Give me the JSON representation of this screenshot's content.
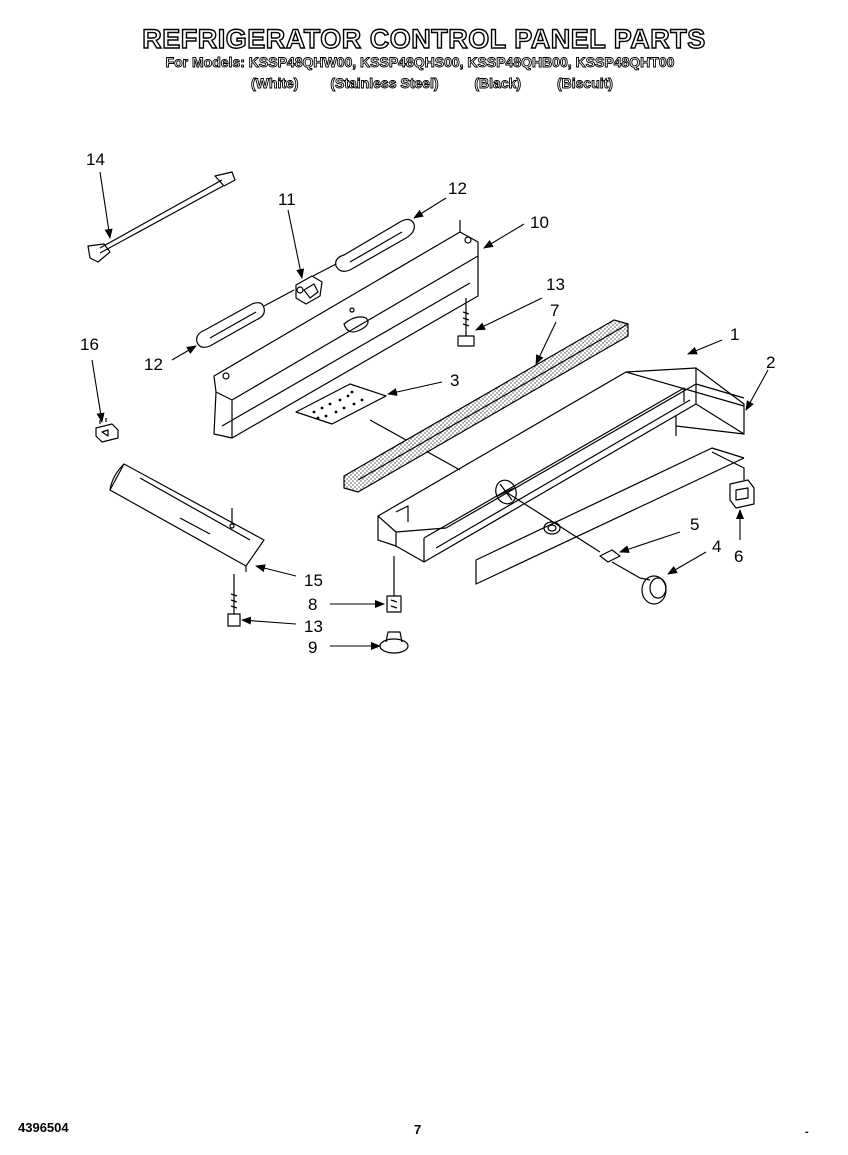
{
  "header": {
    "title": "REFRIGERATOR CONTROL PANEL PARTS",
    "models_line": "For Models: KSSP48QHW00, KSSP48QHS00, KSSP48QHB00, KSSP48QHT00",
    "colors": [
      "(White)",
      "(Stainless Steel)",
      "(Black)",
      "(Biscuit)"
    ]
  },
  "callouts": {
    "p14": "14",
    "p11": "11",
    "p12a": "12",
    "p10": "10",
    "p13a": "13",
    "p7": "7",
    "p16": "16",
    "p12b": "12",
    "p3": "3",
    "p1": "1",
    "p2": "2",
    "p6": "6",
    "p15": "15",
    "p5": "5",
    "p4": "4",
    "p8": "8",
    "p13b": "13",
    "p9": "9"
  },
  "footer": {
    "doc_number": "4396504",
    "page_number": "7",
    "mark": "-"
  }
}
